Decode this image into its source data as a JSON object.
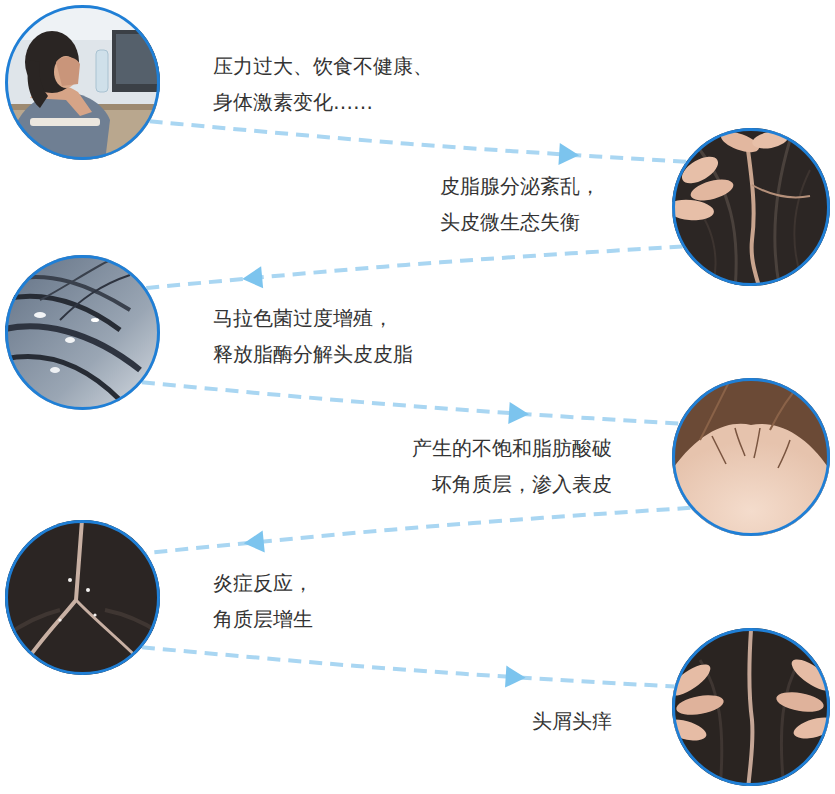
{
  "diagram": {
    "nodes": [
      {
        "text": [
          "压力过大、饮食不健康、 身体激素变化……"
        ]
      },
      {
        "text": [
          "皮脂腺分泌紊乱， 头皮微生态失衡"
        ]
      },
      {
        "text": [
          "马拉色菌过度增殖， 释放脂酶分解头皮皮脂"
        ]
      },
      {
        "text": [
          "产生的不饱和脂肪酸破 坏角质层，渗入表皮"
        ]
      },
      {
        "text": [
          "炎症反应， 角质层增生"
        ]
      },
      {
        "text": [
          "头屑头痒"
        ]
      }
    ],
    "edges": [
      {
        "from": 0,
        "to": 1,
        "arrow": "to"
      },
      {
        "from": 1,
        "to": 2,
        "arrow": "to"
      },
      {
        "from": 2,
        "to": 3,
        "arrow": "to"
      },
      {
        "from": 3,
        "to": 4,
        "arrow": "to"
      },
      {
        "from": 4,
        "to": 5,
        "arrow": "to"
      }
    ]
  }
}
